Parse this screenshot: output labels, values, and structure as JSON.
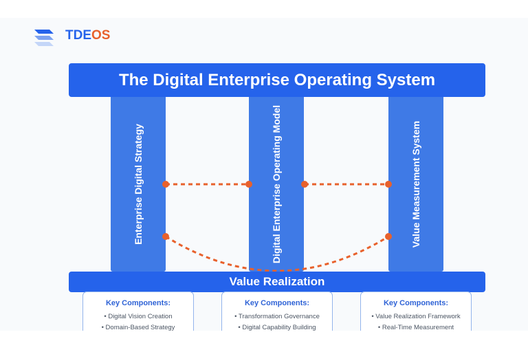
{
  "header": {
    "logo_icon": "stacked-layers-icon",
    "brand_part1": "TDE",
    "brand_part2": "OS"
  },
  "diagram": {
    "title": "The Digital Enterprise Operating System",
    "pillars": [
      {
        "label": "Enterprise Digital Strategy"
      },
      {
        "label": "Digital Enterprise Operating Model"
      },
      {
        "label": "Value Measurement System"
      }
    ],
    "foundation": "Value Realization",
    "connectors": {
      "style": "dashed",
      "color": "#e8612c",
      "links": [
        {
          "from": "Enterprise Digital Strategy",
          "to": "Digital Enterprise Operating Model",
          "type": "straight"
        },
        {
          "from": "Digital Enterprise Operating Model",
          "to": "Value Measurement System",
          "type": "straight"
        },
        {
          "from": "Enterprise Digital Strategy",
          "to": "Value Measurement System",
          "type": "curved"
        }
      ]
    },
    "cards": [
      {
        "heading": "Key Components:",
        "items": [
          "Digital Vision Creation",
          "Domain-Based Strategy"
        ]
      },
      {
        "heading": "Key Components:",
        "items": [
          "Transformation Governance",
          "Digital Capability Building"
        ]
      },
      {
        "heading": "Key Components:",
        "items": [
          "Value Realization Framework",
          "Real-Time Measurement"
        ]
      }
    ]
  },
  "colors": {
    "primary": "#2563eb",
    "pillar": "#3f7ae6",
    "accent": "#e8612c",
    "background": "#f8fafc"
  }
}
